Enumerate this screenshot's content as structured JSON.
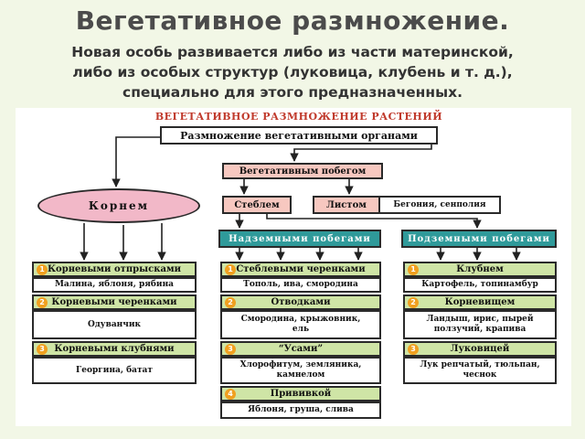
{
  "title": "Вегетативное размножение.",
  "subtitle_line1": "Новая особь развивается либо из части материнской,",
  "subtitle_line2": "либо из особых структур (луковица, клубень и т. д.),",
  "subtitle_line3": "специально для этого предназначенных.",
  "diagram": {
    "header": "ВЕГЕТАТИВНОЕ РАЗМНОЖЕНИЕ РАСТЕНИЙ",
    "top": "Размножение вегетативными органами",
    "shoot": "Вегетативным побегом",
    "root": "Корнем",
    "stem": "Стеблем",
    "leaf": "Листом",
    "leaf_examples": "Бегония, сенполия",
    "above": "Надземными побегами",
    "under": "Подземными побегами",
    "root_methods": [
      {
        "num": "1",
        "label": "Корневыми отпрысками",
        "examples": "Малина, яблоня, рябина"
      },
      {
        "num": "2",
        "label": "Корневыми черенками",
        "examples": "Одуванчик"
      },
      {
        "num": "3",
        "label": "Корневыми клубнями",
        "examples": "Георгина, батат"
      }
    ],
    "above_methods": [
      {
        "num": "1",
        "label": "Стеблевыми черенками",
        "examples": "Тополь, ива, смородина"
      },
      {
        "num": "2",
        "label": "Отводками",
        "examples": "Смородина, крыжовник, ель"
      },
      {
        "num": "3",
        "label": "“Усами”",
        "examples": "Хлорофитум, земляника, камнелом"
      },
      {
        "num": "4",
        "label": "Прививкой",
        "examples": "Яблоня, груша, слива"
      }
    ],
    "under_methods": [
      {
        "num": "1",
        "label": "Клубнем",
        "examples": "Картофель, топинамбур"
      },
      {
        "num": "2",
        "label": "Корневищем",
        "examples": "Ландыш, ирис, пырей ползучий, крапива"
      },
      {
        "num": "3",
        "label": "Луковицей",
        "examples": "Лук репчатый, тюльпан, чеснок"
      }
    ]
  }
}
